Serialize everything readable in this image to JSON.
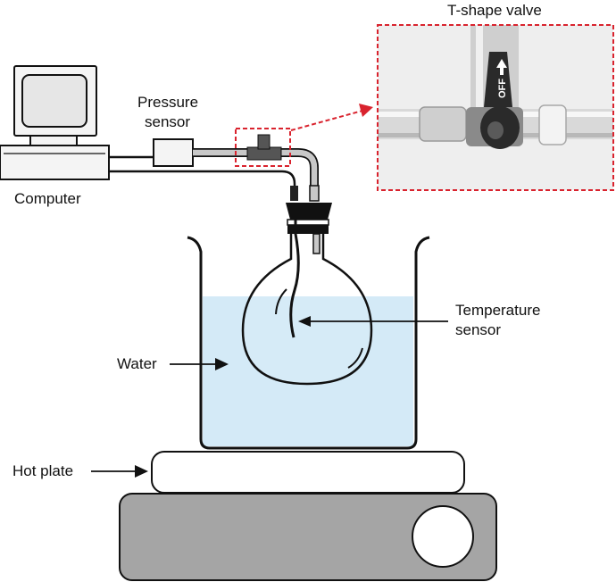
{
  "labels": {
    "valve_title": "T-shape valve",
    "pressure_line1": "Pressure",
    "pressure_line2": "sensor",
    "computer": "Computer",
    "temperature_line1": "Temperature",
    "temperature_line2": "sensor",
    "water": "Water",
    "hot_plate": "Hot plate",
    "valve_marking": "OFF"
  },
  "colors": {
    "water": "#d4eaf7",
    "outline": "#111111",
    "tube": "#c8c8c8",
    "callout": "#d9232e",
    "stirrer_base": "#a5a5a5",
    "computer_body": "#f2f2f2",
    "photo_bg": "#e8e8e8",
    "valve_body": "#2a2a2a"
  }
}
